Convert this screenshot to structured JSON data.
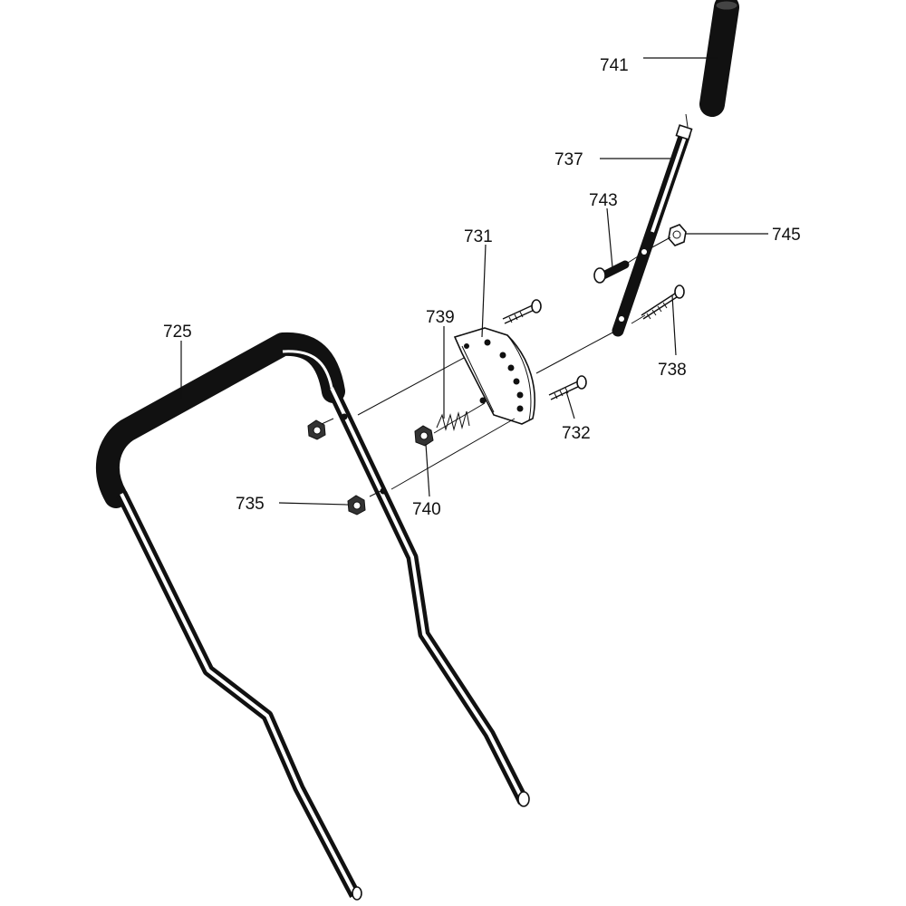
{
  "parts": [
    {
      "id": "p741",
      "number": "741"
    },
    {
      "id": "p737",
      "number": "737"
    },
    {
      "id": "p743",
      "number": "743"
    },
    {
      "id": "p745",
      "number": "745"
    },
    {
      "id": "p731",
      "number": "731"
    },
    {
      "id": "p739",
      "number": "739"
    },
    {
      "id": "p725",
      "number": "725"
    },
    {
      "id": "p738",
      "number": "738"
    },
    {
      "id": "p732",
      "number": "732"
    },
    {
      "id": "p735",
      "number": "735"
    },
    {
      "id": "p740",
      "number": "740"
    }
  ]
}
